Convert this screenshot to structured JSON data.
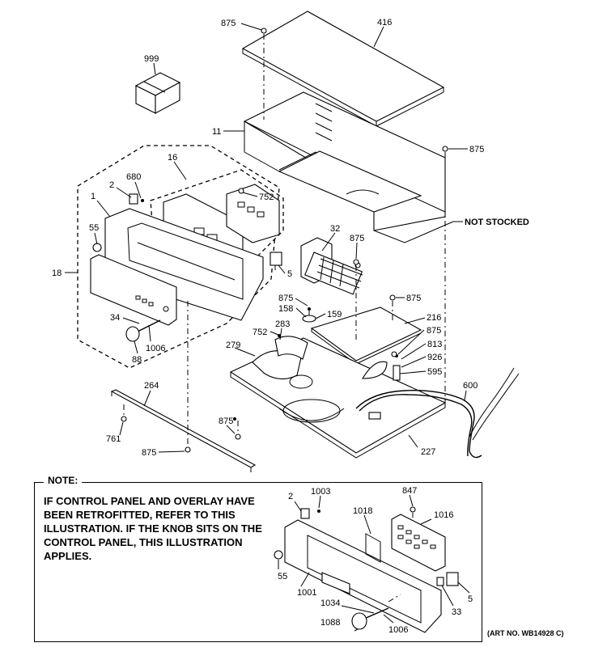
{
  "callouts": {
    "c875a": "875",
    "c416": "416",
    "c999": "999",
    "c11": "11",
    "c875b": "875",
    "c16": "16",
    "c680": "680",
    "c2": "2",
    "c1": "1",
    "c752a": "752",
    "c55": "55",
    "c18": "18",
    "c32": "32",
    "c875c": "875",
    "c5": "5",
    "not_stocked": "NOT STOCKED",
    "c875d": "875",
    "c158": "158",
    "c159": "159",
    "c875e": "875",
    "c216": "216",
    "c875f": "875",
    "c752b": "752",
    "c283": "283",
    "c34": "34",
    "c1006": "1006",
    "c88": "88",
    "c279": "279",
    "c813": "813",
    "c926": "926",
    "c595": "595",
    "c600": "600",
    "c264": "264",
    "c875g": "875",
    "c761": "761",
    "c227": "227",
    "c875h": "875"
  },
  "note": {
    "title": "NOTE:",
    "text": "IF CONTROL PANEL AND OVERLAY HAVE BEEN RETROFITTED, REFER TO THIS ILLUSTRATION. IF THE KNOB SITS ON THE CONTROL PANEL, THIS ILLUSTRATION APPLIES.",
    "callouts": {
      "n2": "2",
      "n1003": "1003",
      "n847": "847",
      "n1018": "1018",
      "n1016": "1016",
      "n55": "55",
      "n1001": "1001",
      "n1034": "1034",
      "n33": "33",
      "n5": "5",
      "n1088": "1088",
      "n1006": "1006"
    }
  },
  "art_no": "(ART NO. WB14928 C)"
}
